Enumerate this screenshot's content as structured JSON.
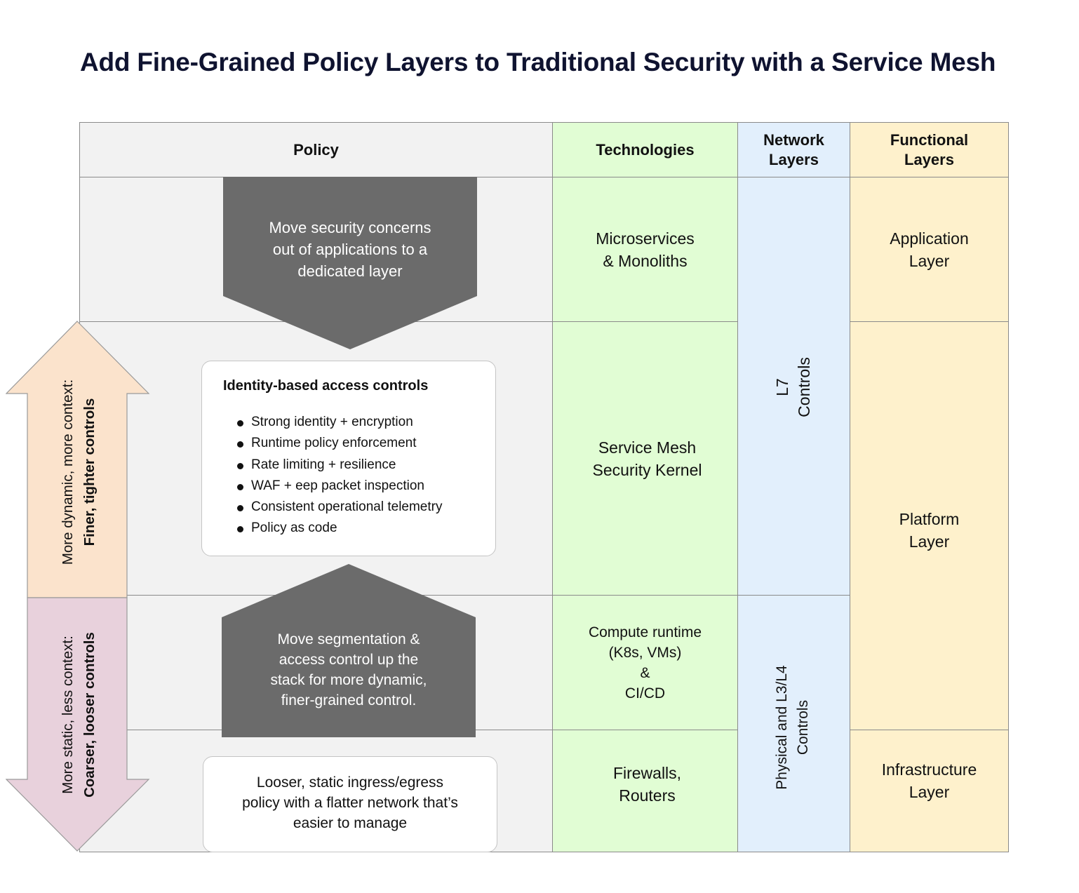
{
  "title": "Add Fine-Grained Policy Layers to Traditional Security with a Service Mesh",
  "headers": {
    "policy": "Policy",
    "technologies": "Technologies",
    "network_layers": "Network\nLayers",
    "functional_layers": "Functional\nLayers"
  },
  "policy": {
    "top_arrow_text": "Move security concerns\nout of applications to a\ndedicated layer",
    "identity_box": {
      "heading": "Identity-based access controls",
      "items": [
        "Strong identity + encryption",
        "Runtime policy enforcement",
        "Rate limiting + resilience",
        "WAF + eep packet inspection",
        "Consistent operational telemetry",
        "Policy as code"
      ]
    },
    "bottom_arrow_text": "Move segmentation &\naccess control up the\nstack for more dynamic,\nfiner-grained control.",
    "ingress_box": "Looser, static ingress/egress\npolicy with a flatter network that’s\neasier to manage"
  },
  "technologies": [
    "Microservices\n& Monoliths",
    "Service Mesh\nSecurity Kernel",
    "Compute runtime\n(K8s, VMs)\n&\nCI/CD",
    "Firewalls,\nRouters"
  ],
  "network_layers": {
    "l7": "L7\nControls",
    "l3l4": "Physical and L3/L4\nControls"
  },
  "functional_layers": [
    "Application\nLayer",
    "Platform\nLayer",
    "Infrastructure\nLayer"
  ],
  "side_arrows": {
    "up_line1": "More dynamic, more context:",
    "up_line2": "Finer, tighter controls",
    "down_line1": "More static, less context:",
    "down_line2": "Coarser, looser controls"
  },
  "colors": {
    "policy_bg": "#f2f2f2",
    "technologies_bg": "#e1fdd4",
    "network_bg": "#e2effc",
    "functional_bg": "#fef1cc",
    "dark_arrow": "#6b6b6b",
    "up_arrow": "#fbe3cc",
    "down_arrow": "#e8d1dc"
  }
}
